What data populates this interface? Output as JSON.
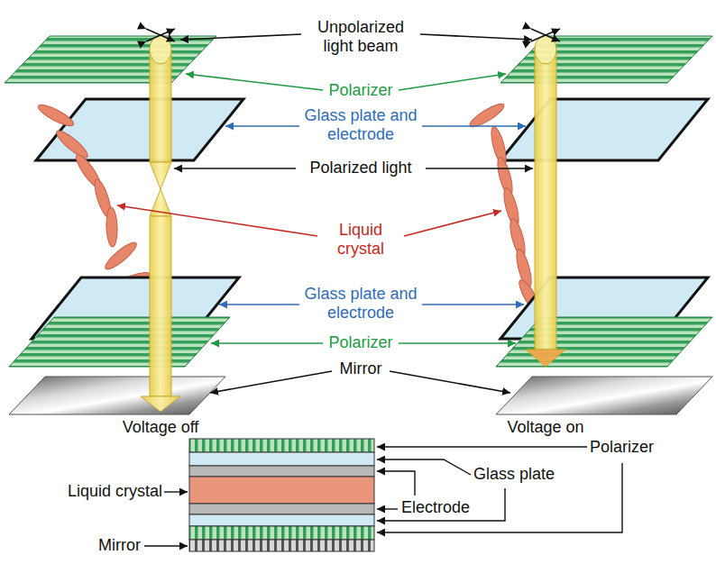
{
  "diagram": {
    "labels": [
      "Unpolarized light beam",
      "Polarizer",
      "Glass plate and electrode",
      "Polarized light",
      "Liquid crystal",
      "Glass plate and electrode",
      "Polarizer",
      "Mirror",
      "Voltage off",
      "Voltage on",
      "Liquid crystal",
      "Polarizer",
      "Glass plate",
      "Electrode",
      "Mirror"
    ]
  }
}
